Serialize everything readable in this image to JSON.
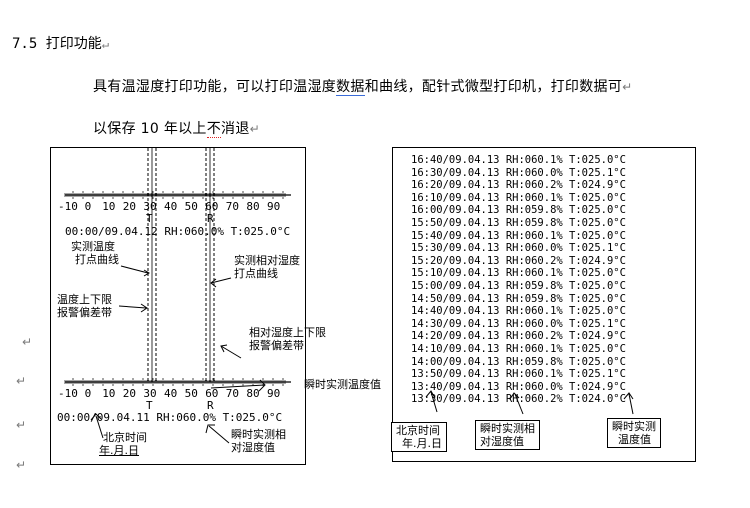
{
  "heading": "7.5 打印功能",
  "paragraph": {
    "line1_before": "具有温湿度打印功能，可以打印温湿度",
    "line1_underlined": "数据",
    "line1_after": "和曲线，配针式微型打印机，打印数据可",
    "line2_before": "以保存 10 年以上",
    "line2_underlined": "不",
    "line2_after": "消退"
  },
  "paragraph_mark": "↵",
  "left_margin_marks": [
    "↵",
    "↵",
    "↵",
    "↵"
  ],
  "left_panel": {
    "axis_ticks": [
      "-10",
      "0",
      "10",
      "20",
      "30",
      "40",
      "50",
      "60",
      "70",
      "80",
      "90"
    ],
    "marker_t": "T",
    "marker_r": "R",
    "top_record": "00:00/09.04.12 RH:060.0% T:025.0°C",
    "bottom_record": "00:00/09.04.11 RH:060.0% T:025.0°C",
    "callouts": {
      "temp_curve": [
        "实测温度",
        "打点曲线"
      ],
      "humidity_curve": [
        "实测相对湿度",
        "打点曲线"
      ],
      "temp_band": [
        "温度上下限",
        "报警偏差带"
      ],
      "humidity_band": [
        "相对湿度上下限",
        "报警偏差带"
      ],
      "instant_temp": "瞬时实测温度值",
      "beijing_time": [
        "北京时间",
        "年.月.日"
      ],
      "instant_humidity": [
        "瞬时实测相",
        "对湿度值"
      ]
    }
  },
  "right_panel": {
    "records": [
      "16:40/09.04.13 RH:060.1% T:025.0°C",
      "16:30/09.04.13 RH:060.0% T:025.1°C",
      "16:20/09.04.13 RH:060.2% T:024.9°C",
      "16:10/09.04.13 RH:060.1% T:025.0°C",
      "16:00/09.04.13 RH:059.8% T:025.0°C",
      "15:50/09.04.13 RH:059.8% T:025.0°C",
      "15:40/09.04.13 RH:060.1% T:025.0°C",
      "15:30/09.04.13 RH:060.0% T:025.1°C",
      "15:20/09.04.13 RH:060.2% T:024.9°C",
      "15:10/09.04.13 RH:060.1% T:025.0°C",
      "15:00/09.04.13 RH:059.8% T:025.0°C",
      "14:50/09.04.13 RH:059.8% T:025.0°C",
      "14:40/09.04.13 RH:060.1% T:025.0°C",
      "14:30/09.04.13 RH:060.0% T:025.1°C",
      "14:20/09.04.13 RH:060.2% T:024.9°C",
      "14:10/09.04.13 RH:060.1% T:025.0°C",
      "14:00/09.04.13 RH:059.8% T:025.0°C",
      "13:50/09.04.13 RH:060.1% T:025.1°C",
      "13:40/09.04.13 RH:060.0% T:024.9°C",
      "13:30/09.04.13 RH:060.2% T:024.0°C"
    ],
    "callouts": {
      "beijing_time": [
        "北京时间",
        "年.月.日"
      ],
      "instant_humidity": [
        "瞬时实测相",
        "对湿度值"
      ],
      "instant_temp": [
        "瞬时实测",
        "温度值"
      ]
    }
  }
}
